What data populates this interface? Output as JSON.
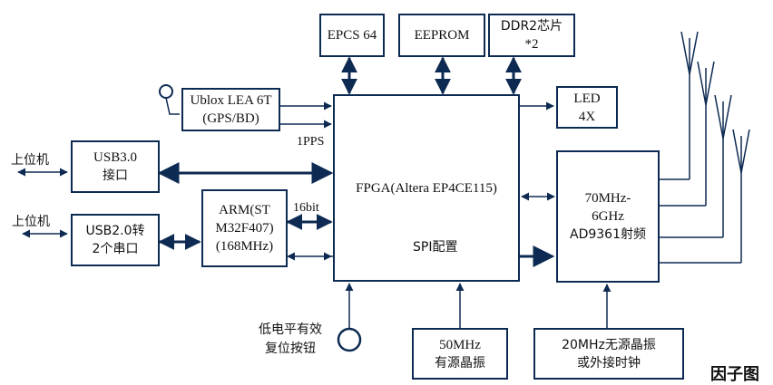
{
  "blocks": {
    "epcs": {
      "line1": "EPCS 64"
    },
    "eeprom": {
      "line1": "EEPROM"
    },
    "ddr": {
      "line1": "DDR2芯片",
      "line2": "*2"
    },
    "led": {
      "line1": "LED",
      "line2": "4X"
    },
    "ublox": {
      "line1": "Ublox LEA 6T",
      "line2": "(GPS/BD)"
    },
    "usb30": {
      "line1": "USB3.0",
      "line2": "接口"
    },
    "usb20": {
      "line1": "USB2.0转",
      "line2": "2个串口"
    },
    "arm": {
      "line1": "ARM(ST",
      "line2": "M32F407)",
      "line3": "(168MHz)"
    },
    "fpga": {
      "line1": "FPGA(Altera EP4CE115)"
    },
    "ad9361": {
      "line1": "70MHz-",
      "line2": "6GHz",
      "line3": "AD9361射频"
    },
    "osc50": {
      "line1": "50MHz",
      "line2": "有源晶振"
    },
    "osc20": {
      "line1": "20MHz无源晶振",
      "line2": "或外接时钟"
    }
  },
  "labels": {
    "host1": "上位机",
    "host2": "上位机",
    "pps": "1PPS",
    "bus16": "16bit",
    "spi": "SPI配置",
    "reset_line1": "低电平有效",
    "reset_line2": "复位按钮"
  },
  "watermark": "因子图",
  "colors": {
    "border": "#0d2a52",
    "wire": "#0d2a52"
  }
}
